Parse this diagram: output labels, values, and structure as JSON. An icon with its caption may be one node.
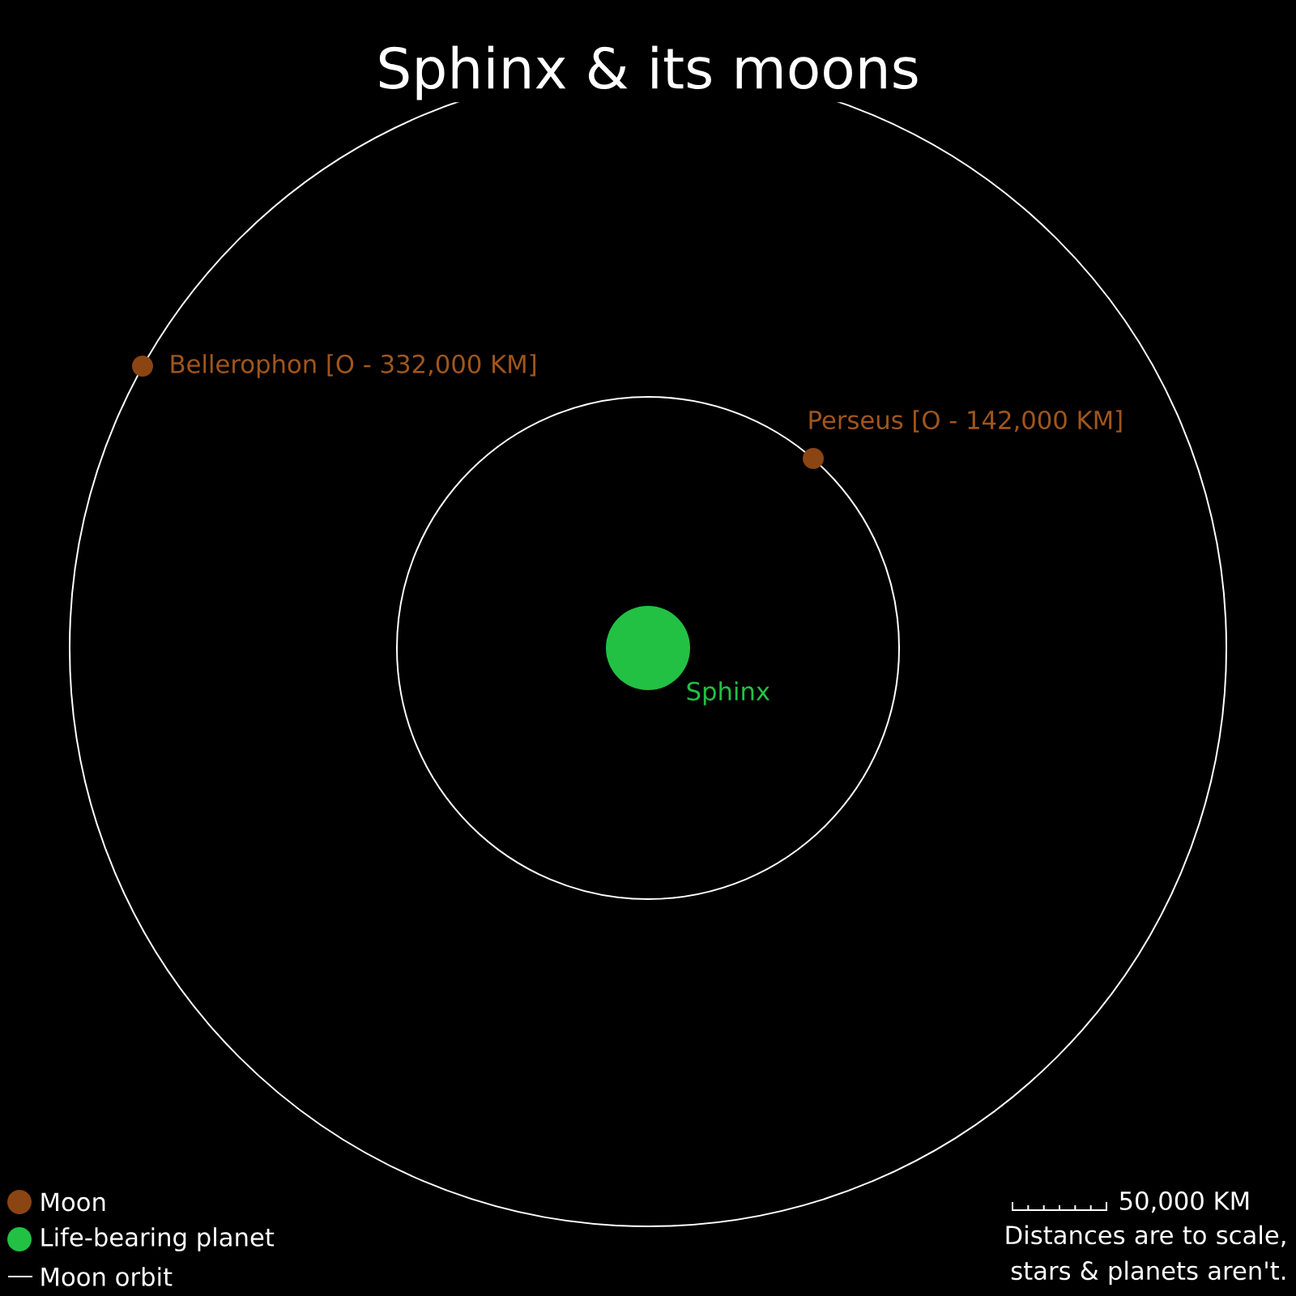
{
  "diagram": {
    "title": "Sphinx & its moons",
    "nodes": [
      {
        "text": [],
        "shape": "circle",
        "beside": [
          "Sphinx"
        ]
      },
      {
        "text": [],
        "shape": "circle",
        "beside": [
          "Bellerophon [O - 332,000 KM]"
        ]
      },
      {
        "text": [],
        "shape": "circle",
        "beside": [
          "Perseus [O - 142,000 KM]"
        ]
      }
    ],
    "labels": [
      "50,000 KM",
      "Distances are to scale, stars & planets aren't."
    ],
    "legend": [
      {
        "text": "Moon",
        "color": "#8b4513"
      },
      {
        "text": "Life-bearing planet",
        "color": "#22c143"
      },
      {
        "text": "Moon orbit"
      }
    ]
  }
}
